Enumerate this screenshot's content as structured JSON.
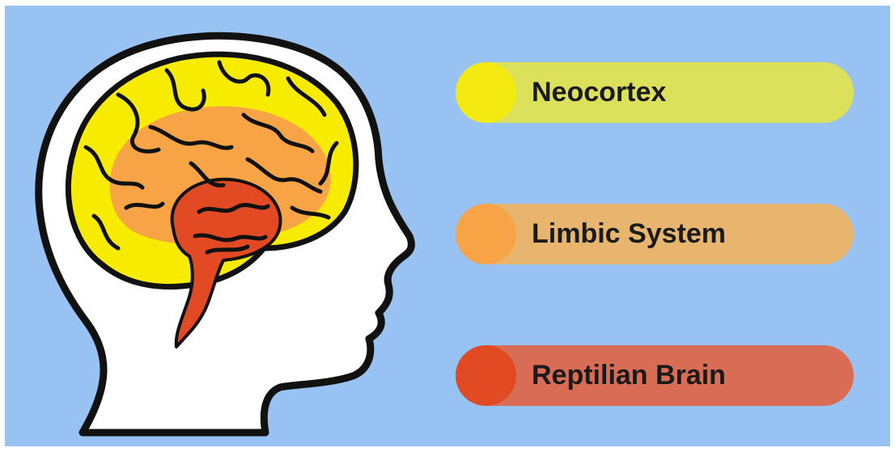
{
  "legend": [
    {
      "label": "Neocortex",
      "bar_color": "#dbe15a",
      "dot_color": "#f3ea12"
    },
    {
      "label": "Limbic System",
      "bar_color": "#e7b56e",
      "dot_color": "#f6a445"
    },
    {
      "label": "Reptilian Brain",
      "bar_color": "#d96c55",
      "dot_color": "#e24a24"
    }
  ],
  "colors": {
    "background": "#97c2f1",
    "neocortex": "#f7ec00",
    "limbic_system": "#f6a445",
    "reptilian_brain": "#e24a24",
    "outline": "#111111"
  }
}
